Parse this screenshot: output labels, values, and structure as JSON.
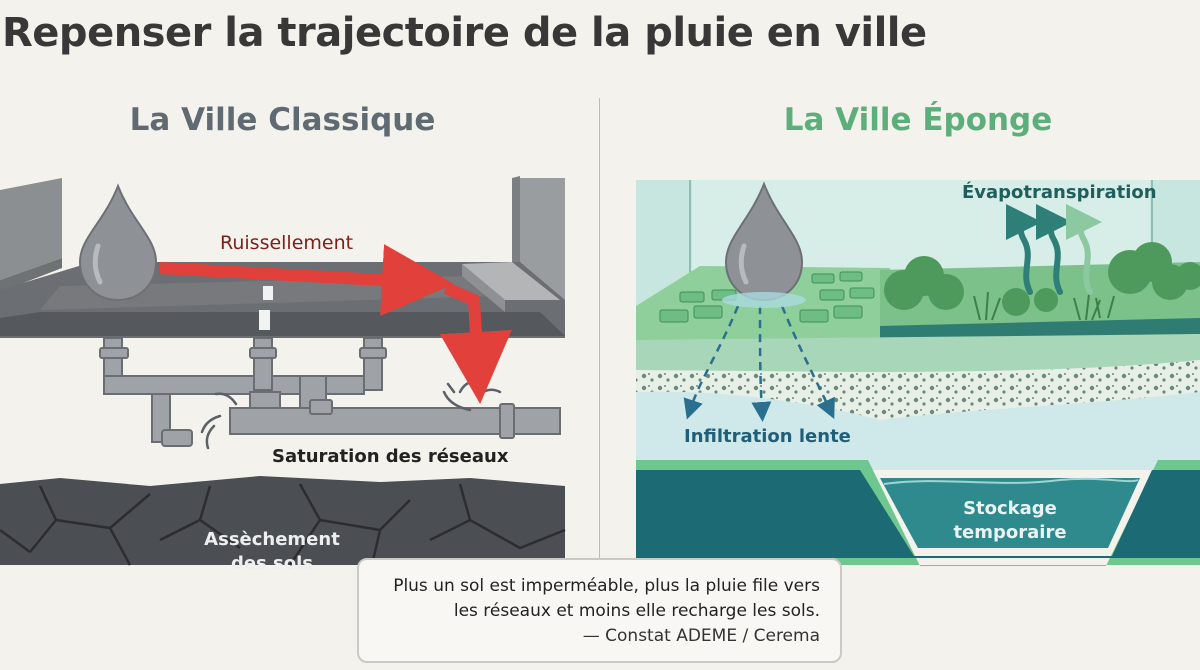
{
  "title": "Repenser la trajectoire de la pluie en ville",
  "left_panel": {
    "title": "La Ville Classique",
    "runoff_label": "Ruissellement",
    "saturation_label": "Saturation des réseaux",
    "drying_label": "Assèchement des sols",
    "colors": {
      "title": "#5f6a72",
      "arrow": "#e2403a"
    }
  },
  "right_panel": {
    "title": "La Ville Éponge",
    "evapo_label": "Évapotranspiration",
    "infiltration_label": "Infiltration lente",
    "storage_label": "Stockage temporaire",
    "colors": {
      "title": "#5cae7a",
      "water": "#1c6a73",
      "vegetation": "#4e9a5c"
    }
  },
  "quote": {
    "text": "Plus un sol est imperméable, plus la pluie file vers les réseaux et moins elle recharge les sols.",
    "source": "— Constat ADEME / Cerema"
  }
}
